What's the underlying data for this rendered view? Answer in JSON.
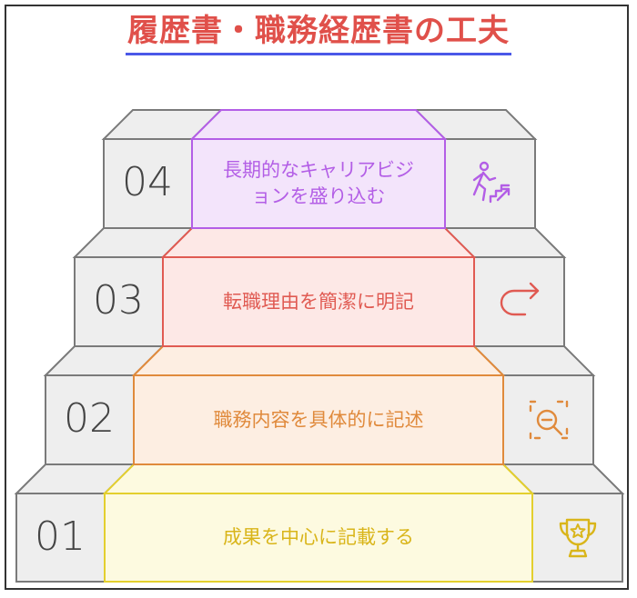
{
  "title": "履歴書・職務経歴書の工夫",
  "colors": {
    "title": "#e0504a",
    "underline": "#4a58e8",
    "step_gray_fill": "#eeeeee",
    "step_gray_stroke": "#7a7a7a"
  },
  "steps": [
    {
      "number": "01",
      "label": "成果を中心に記載する",
      "icon": "trophy-icon",
      "fill": "#fdfae0",
      "stroke": "#e3cf2e",
      "text_color": "#d9b51a",
      "icon_color": "#d9b51a"
    },
    {
      "number": "02",
      "label": "職務内容を具体的に記述",
      "icon": "search-zoom-out-icon",
      "fill": "#fdeee2",
      "stroke": "#e08a3c",
      "text_color": "#e08a3c",
      "icon_color": "#e08a3c"
    },
    {
      "number": "03",
      "label": "転職理由を簡潔に明記",
      "icon": "arrow-turn-right-icon",
      "fill": "#fde8e6",
      "stroke": "#e05a52",
      "text_color": "#e05a52",
      "icon_color": "#e05a52"
    },
    {
      "number": "04",
      "label": "長期的なキャリアビジョンを盛り込む",
      "icon": "person-climbing-stairs-icon",
      "fill": "#f3e4fb",
      "stroke": "#b35ee6",
      "text_color": "#b35ee6",
      "icon_color": "#b35ee6"
    }
  ]
}
